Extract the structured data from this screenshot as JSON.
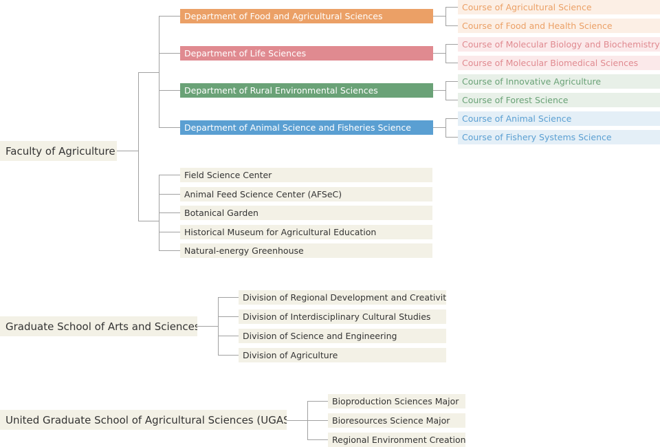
{
  "colors": {
    "food": "#eba066",
    "life": "#e08a90",
    "rural": "#6aa277",
    "animal": "#5a9fd2"
  },
  "faculty": {
    "title": "Faculty of Agriculture",
    "departments": [
      {
        "label": "Department of Food and Agricultural Sciences",
        "courses": [
          "Course of Agricultural Science",
          "Course of Food and Health Science"
        ]
      },
      {
        "label": "Department of Life Sciences",
        "courses": [
          "Course of Molecular Biology and Biochemistry",
          "Course of Molecular Biomedical Sciences"
        ]
      },
      {
        "label": "Department of Rural Environmental Sciences",
        "courses": [
          "Course of Innovative Agriculture",
          "Course of Forest Science"
        ]
      },
      {
        "label": "Department of Animal Science and Fisheries Science",
        "courses": [
          "Course of Animal Science",
          "Course of Fishery Systems Science"
        ]
      }
    ],
    "facilities": [
      "Field Science Center",
      "Animal Feed Science Center (AFSeC)",
      "Botanical Garden",
      "Historical Museum for Agricultural Education",
      "Natural-energy Greenhouse"
    ]
  },
  "graduate": {
    "title": "Graduate School of Arts and Sciences",
    "divisions": [
      "Division of Regional Development and Creativity",
      "Division of Interdisciplinary Cultural Studies",
      "Division of Science and Engineering",
      "Division of Agriculture"
    ]
  },
  "ugas": {
    "title": "United Graduate School of Agricultural Sciences (UGAS)",
    "majors": [
      "Bioproduction Sciences Major",
      "Bioresources Science Major",
      "Regional Environment Creation"
    ]
  }
}
